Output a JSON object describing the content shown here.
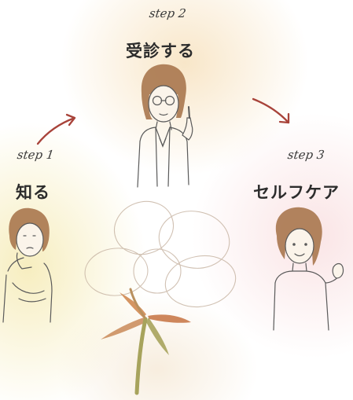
{
  "steps": [
    {
      "step_label": "step 1",
      "title": "知る"
    },
    {
      "step_label": "step 2",
      "title": "受診する"
    },
    {
      "step_label": "step 3",
      "title": "セルフケア"
    }
  ],
  "colors": {
    "arrow": "#a8433a",
    "hair": "#a8774e",
    "skin": "#fbf4ea",
    "line": "#5a5a5a",
    "flower_outline": "#c9b7a6",
    "leaf_orange": "#d08a52",
    "leaf_olive": "#a7a35c"
  }
}
